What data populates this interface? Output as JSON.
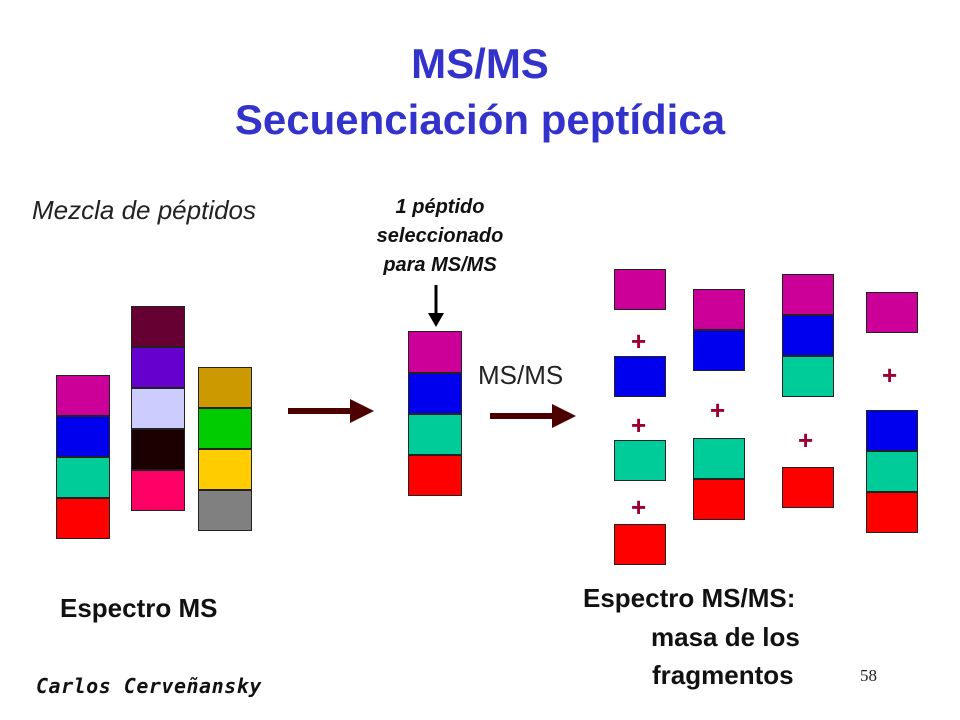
{
  "title": {
    "line1": "MS/MS",
    "line2": "Secuenciación peptídica",
    "color": "#3333cc"
  },
  "mixture_label": "Mezcla de péptidos",
  "selected_label": {
    "line1": "1  péptido",
    "line2": "seleccionado",
    "line3": "para MS/MS"
  },
  "msms_arrow_label": "MS/MS",
  "spectrum_ms_label": "Espectro MS",
  "fragments_label": {
    "line1": "Espectro MS/MS:",
    "line2": "masa de los",
    "line3": "fragmentos"
  },
  "plus_sign": "+",
  "author": "Carlos Cerveñansky",
  "page_number": "58",
  "colors": {
    "magenta": "#cc0099",
    "blue": "#0000ee",
    "teal": "#00cc99",
    "red": "#ff0000",
    "maroon": "#660033",
    "violet": "#6600cc",
    "lavender": "#ccccff",
    "dark": "#1a0000",
    "pink": "#ff0066",
    "ochre": "#cc9900",
    "green": "#00cc00",
    "yellow": "#ffcc00",
    "gray": "#808080",
    "arrow": "#4d0000"
  }
}
